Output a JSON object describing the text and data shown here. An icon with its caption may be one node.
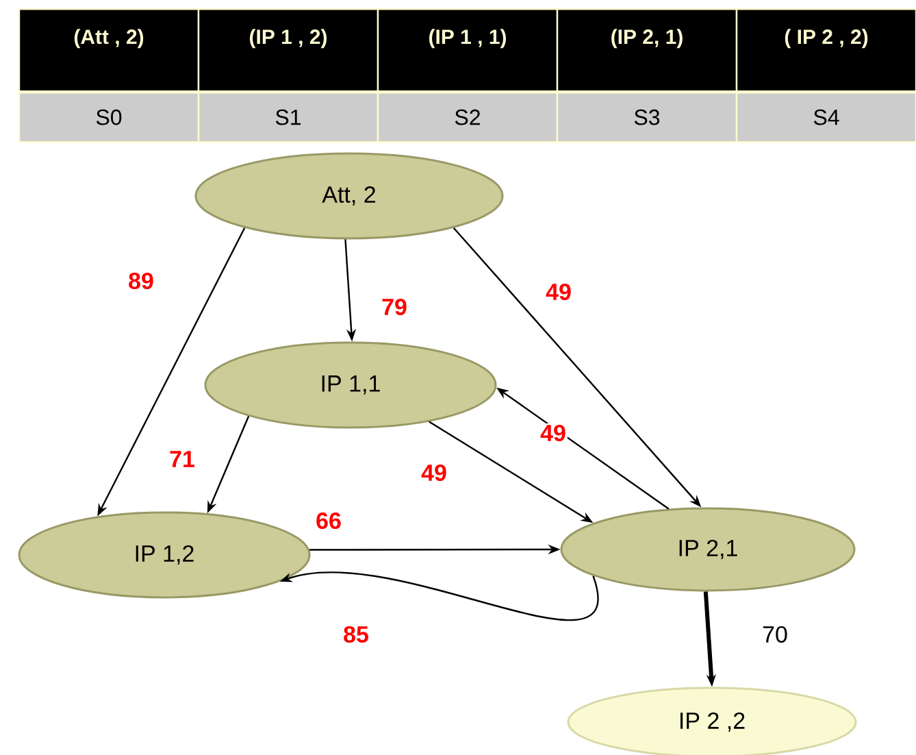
{
  "diagram": {
    "nodes": [
      {
        "text": [
          "Att, 2"
        ]
      },
      {
        "text": [
          "IP 1,1"
        ]
      },
      {
        "text": [
          "IP 1,2"
        ]
      },
      {
        "text": [
          "IP 2,1"
        ]
      },
      {
        "text": [
          "IP 2 ,2"
        ]
      }
    ],
    "edges": [
      {
        "from": 0,
        "to": 2,
        "arrow": "to",
        "label": "89"
      },
      {
        "from": 0,
        "to": 1,
        "arrow": "to",
        "label": "79"
      },
      {
        "from": 0,
        "to": 3,
        "arrow": "to",
        "label": "49"
      },
      {
        "from": 1,
        "to": 2,
        "arrow": "to",
        "label": "71"
      },
      {
        "from": 1,
        "to": 3,
        "arrow": "to",
        "label": "49"
      },
      {
        "from": 3,
        "to": 1,
        "arrow": "to",
        "label": "49"
      },
      {
        "from": 2,
        "to": 3,
        "arrow": "to",
        "label": "66"
      },
      {
        "from": 3,
        "to": 2,
        "arrow": "to",
        "label": "85"
      },
      {
        "from": 3,
        "to": 4,
        "arrow": "to",
        "label": "70",
        "style": "thick"
      }
    ],
    "labels": [
      "(Att , 2)",
      "(IP 1 , 2)",
      "(IP 1 , 1)",
      "(IP 2, 1)",
      "( IP 2 , 2)",
      "S0",
      "S1",
      "S2",
      "S3",
      "S4"
    ]
  }
}
